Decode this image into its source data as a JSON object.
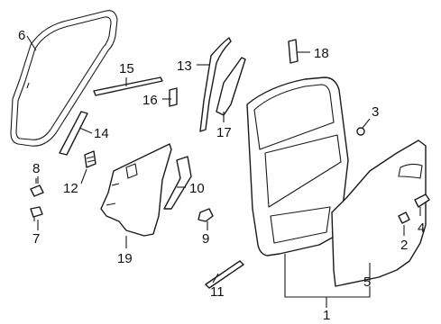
{
  "diagram": {
    "callouts": [
      {
        "id": "1",
        "label": "1"
      },
      {
        "id": "2",
        "label": "2"
      },
      {
        "id": "3",
        "label": "3"
      },
      {
        "id": "4",
        "label": "4"
      },
      {
        "id": "5",
        "label": "5"
      },
      {
        "id": "6",
        "label": "6"
      },
      {
        "id": "7",
        "label": "7"
      },
      {
        "id": "8",
        "label": "8"
      },
      {
        "id": "9",
        "label": "9"
      },
      {
        "id": "10",
        "label": "10"
      },
      {
        "id": "11",
        "label": "11"
      },
      {
        "id": "12",
        "label": "12"
      },
      {
        "id": "13",
        "label": "13"
      },
      {
        "id": "14",
        "label": "14"
      },
      {
        "id": "15",
        "label": "15"
      },
      {
        "id": "16",
        "label": "16"
      },
      {
        "id": "17",
        "label": "17"
      },
      {
        "id": "18",
        "label": "18"
      },
      {
        "id": "19",
        "label": "19"
      }
    ],
    "line_color": "#1a1a1a",
    "background": "#ffffff"
  }
}
